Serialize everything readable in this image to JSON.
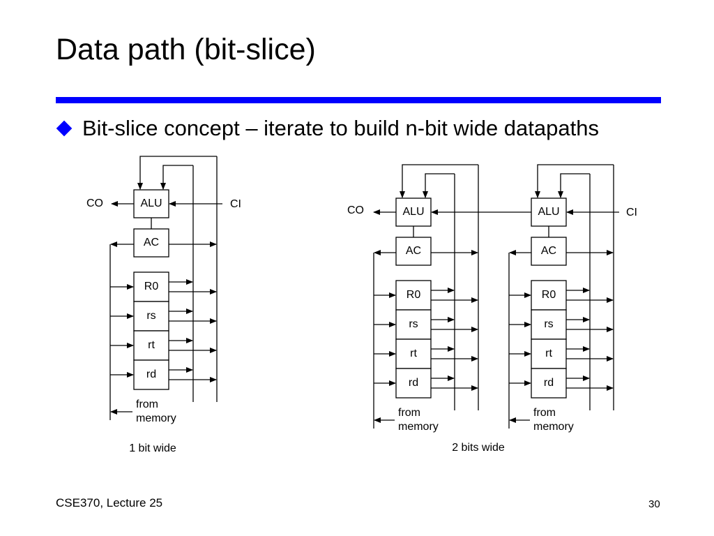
{
  "slide": {
    "title": "Data path (bit-slice)",
    "bullet": "Bit-slice concept – iterate to build n-bit wide datapaths",
    "footer_left": "CSE370, Lecture 25",
    "page_number": "30",
    "accent_color": "#0000ff",
    "bullet_icon": "diamond-bullet-icon"
  },
  "diagram": {
    "alu_label": "ALU",
    "ac_label": "AC",
    "registers": [
      "R0",
      "rs",
      "rt",
      "rd"
    ],
    "carry_out": "CO",
    "carry_in": "CI",
    "from_memory": [
      "from",
      "memory"
    ],
    "caption_one": "1 bit wide",
    "caption_two": "2 bits wide"
  }
}
